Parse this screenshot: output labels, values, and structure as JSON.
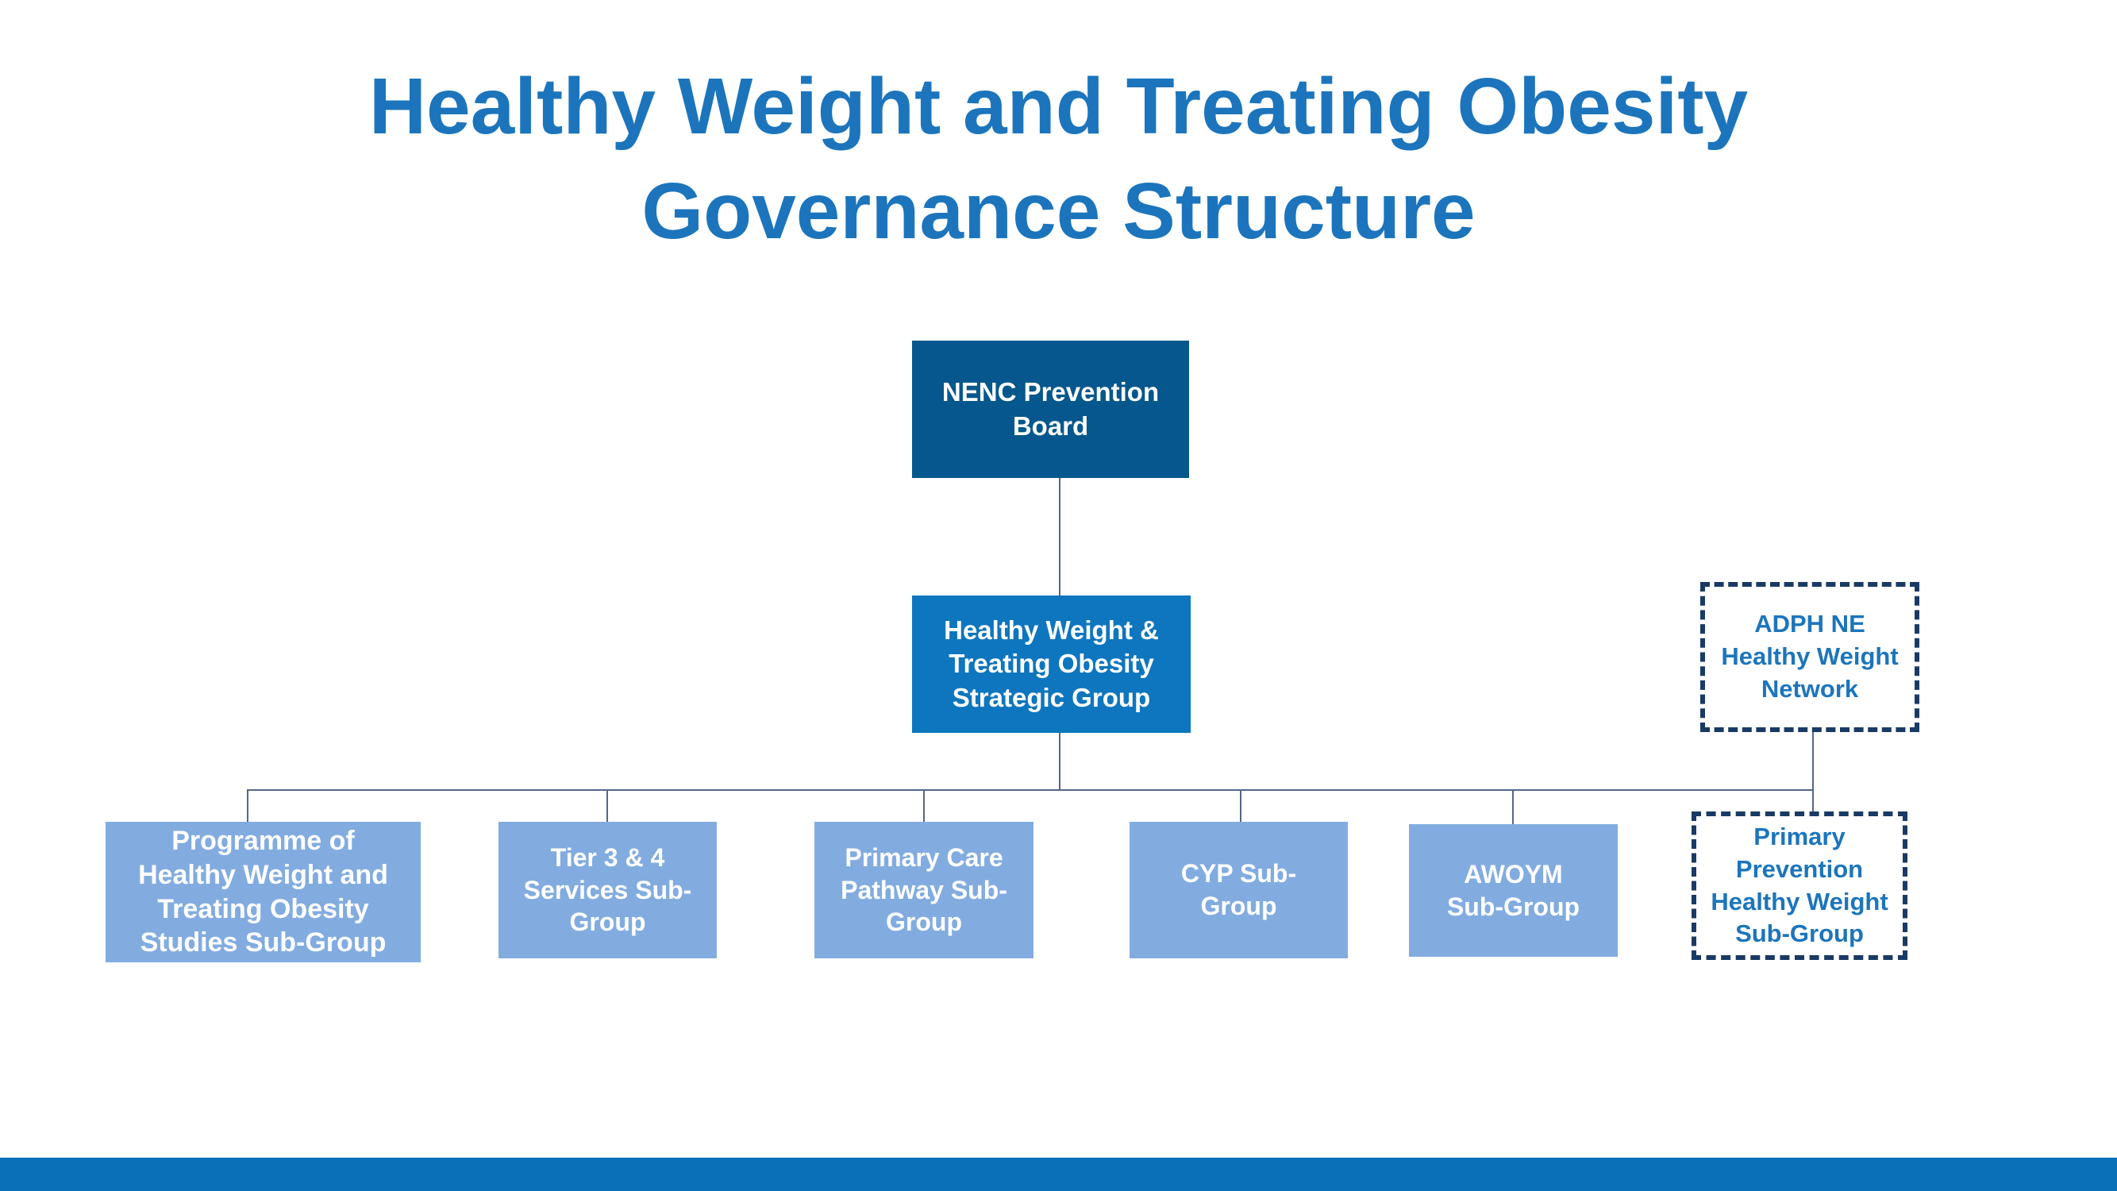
{
  "title": "Healthy Weight and Treating Obesity\nGovernance Structure",
  "colors": {
    "title_blue": "#1C75BC",
    "dark_box_bg": "#05578D",
    "strategic_box_bg": "#0E76BE",
    "light_box_bg": "#82ACE0",
    "dashed_border": "#1A3A64",
    "dashed_text": "#1C75BC",
    "box_text": "#FFFFFF",
    "footer_bar": "#0A71B8",
    "connector": "#54678A"
  },
  "org_chart": {
    "root": {
      "label": "NENC Prevention\nBoard"
    },
    "strategic_group": {
      "label": "Healthy Weight &\nTreating Obesity\nStrategic Group"
    },
    "network": {
      "label": "ADPH NE\nHealthy Weight\nNetwork"
    },
    "subgroups": [
      {
        "label": "Programme of\nHealthy Weight and\nTreating Obesity\nStudies Sub-Group"
      },
      {
        "label": "Tier 3 & 4\nServices Sub-\nGroup"
      },
      {
        "label": "Primary Care\nPathway Sub-\nGroup"
      },
      {
        "label": "CYP Sub-\nGroup"
      },
      {
        "label": "AWOYM\nSub-Group"
      },
      {
        "label": "Primary\nPrevention\nHealthy Weight\nSub-Group"
      }
    ]
  }
}
